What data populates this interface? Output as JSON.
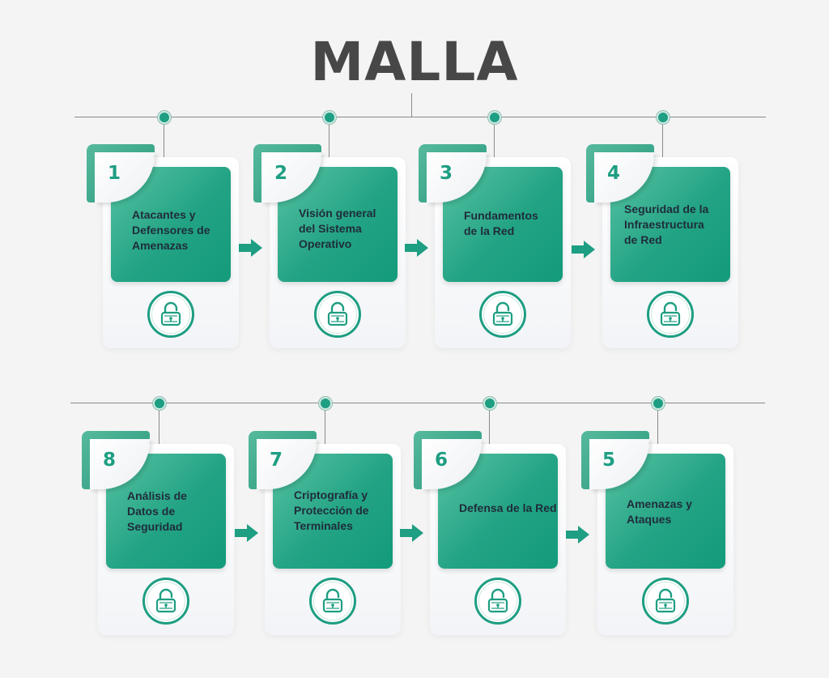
{
  "title": "MALLA",
  "colors": {
    "accent": "#1e9e82",
    "title": "#474747",
    "text": "#1f2c3a",
    "line": "#8a8a8a"
  },
  "steps": [
    {
      "number": "1",
      "label_lines": [
        "Atacantes y",
        "Defensores de",
        "Amenazas"
      ]
    },
    {
      "number": "2",
      "label_lines": [
        "Visión general",
        "del Sistema",
        "Operativo"
      ]
    },
    {
      "number": "3",
      "label_lines": [
        "Fundamentos",
        "de la Red"
      ]
    },
    {
      "number": "4",
      "label_lines": [
        "Seguridad de la",
        "Infraestructura",
        "de Red"
      ]
    },
    {
      "number": "8",
      "label_lines": [
        "Análisis de",
        "Datos de",
        "Seguridad"
      ]
    },
    {
      "number": "7",
      "label_lines": [
        "Criptografía y",
        "Protección de",
        "Terminales"
      ]
    },
    {
      "number": "6",
      "label_lines": [
        "Defensa de la Red"
      ]
    },
    {
      "number": "5",
      "label_lines": [
        "Amenazas y",
        "Ataques"
      ]
    }
  ],
  "icons": {
    "step": "padlock-icon",
    "flow": "arrow-right-icon"
  }
}
